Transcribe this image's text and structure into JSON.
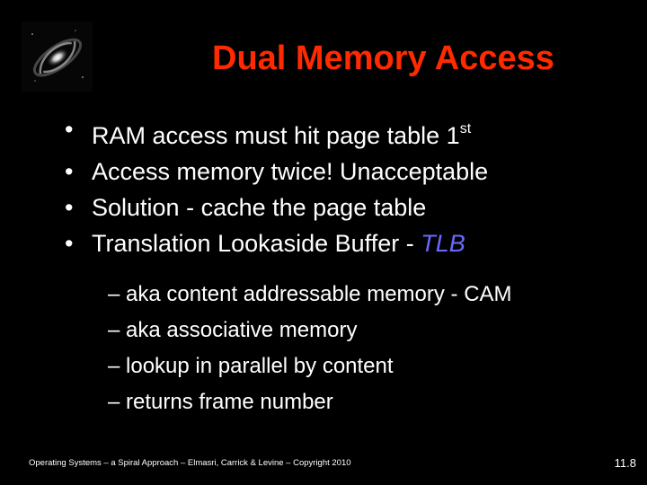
{
  "title": "Dual Memory Access",
  "bullets": [
    {
      "pre": "RAM access must hit page table 1",
      "sup": "st"
    },
    {
      "text": "Access memory twice! Unacceptable"
    },
    {
      "text": "Solution - cache the page table"
    },
    {
      "pre": "Translation Lookaside Buffer - ",
      "highlight": "TLB"
    }
  ],
  "bullet_symbol": "•",
  "sub_bullets": [
    "– aka content addressable memory - CAM",
    "– aka associative memory",
    "– lookup in parallel by content",
    "– returns frame number"
  ],
  "footer": "Operating Systems – a Spiral Approach – Elmasri, Carrick & Levine – Copyright 2010",
  "page_number": "11.8",
  "colors": {
    "background": "#000000",
    "title": "#ff2a00",
    "text": "#ffffff",
    "highlight": "#6a6aff"
  }
}
